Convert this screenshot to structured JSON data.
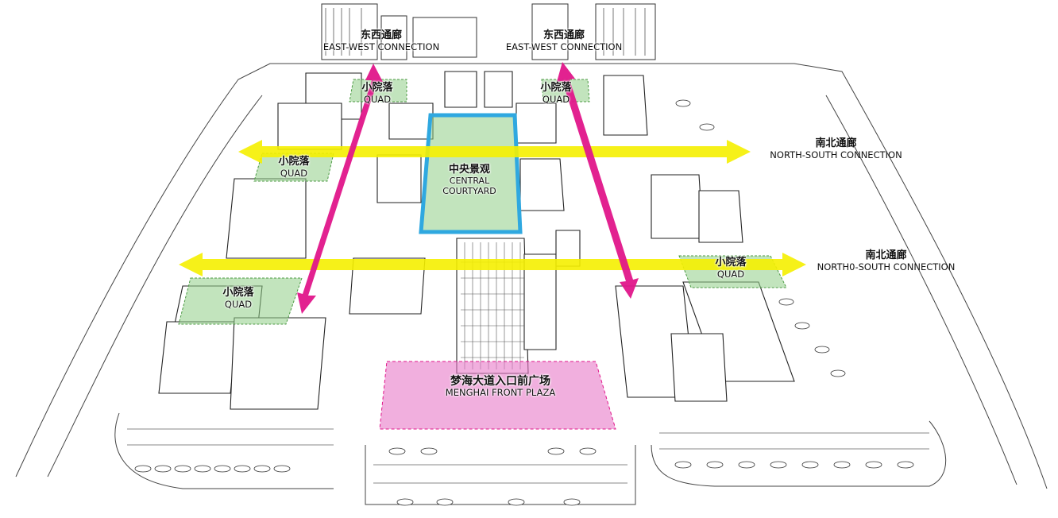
{
  "annotations": {
    "ew_left": {
      "cn": "东西通廊",
      "en": "EAST-WEST CONNECTION"
    },
    "ew_right": {
      "cn": "东西通廊",
      "en": "EAST-WEST CONNECTION"
    },
    "ns_top": {
      "cn": "南北通廊",
      "en": "NORTH-SOUTH CONNECTION"
    },
    "ns_bottom": {
      "cn": "南北通廊",
      "en": "NORTH0-SOUTH CONNECTION"
    },
    "quad_1": {
      "cn": "小院落",
      "en": "QUAD"
    },
    "quad_2": {
      "cn": "小院落",
      "en": "QUAD"
    },
    "quad_3": {
      "cn": "小院落",
      "en": "QUAD"
    },
    "quad_4": {
      "cn": "小院落",
      "en": "QUAD"
    },
    "quad_5": {
      "cn": "小院落",
      "en": "QUAD"
    },
    "central": {
      "cn": "中央景观",
      "en1": "CENTRAL",
      "en2": "COURTYARD"
    },
    "plaza": {
      "cn": "梦海大道入口前广场",
      "en": "MENGHAI FRONT PLAZA"
    }
  },
  "colors": {
    "quad_fill": "#8fce86",
    "central_outline": "#2fa8e0",
    "plaza_fill": "#e879c8",
    "ns_arrow": "#f5f000",
    "ew_arrow": "#e0168a",
    "linework": "#333333"
  }
}
